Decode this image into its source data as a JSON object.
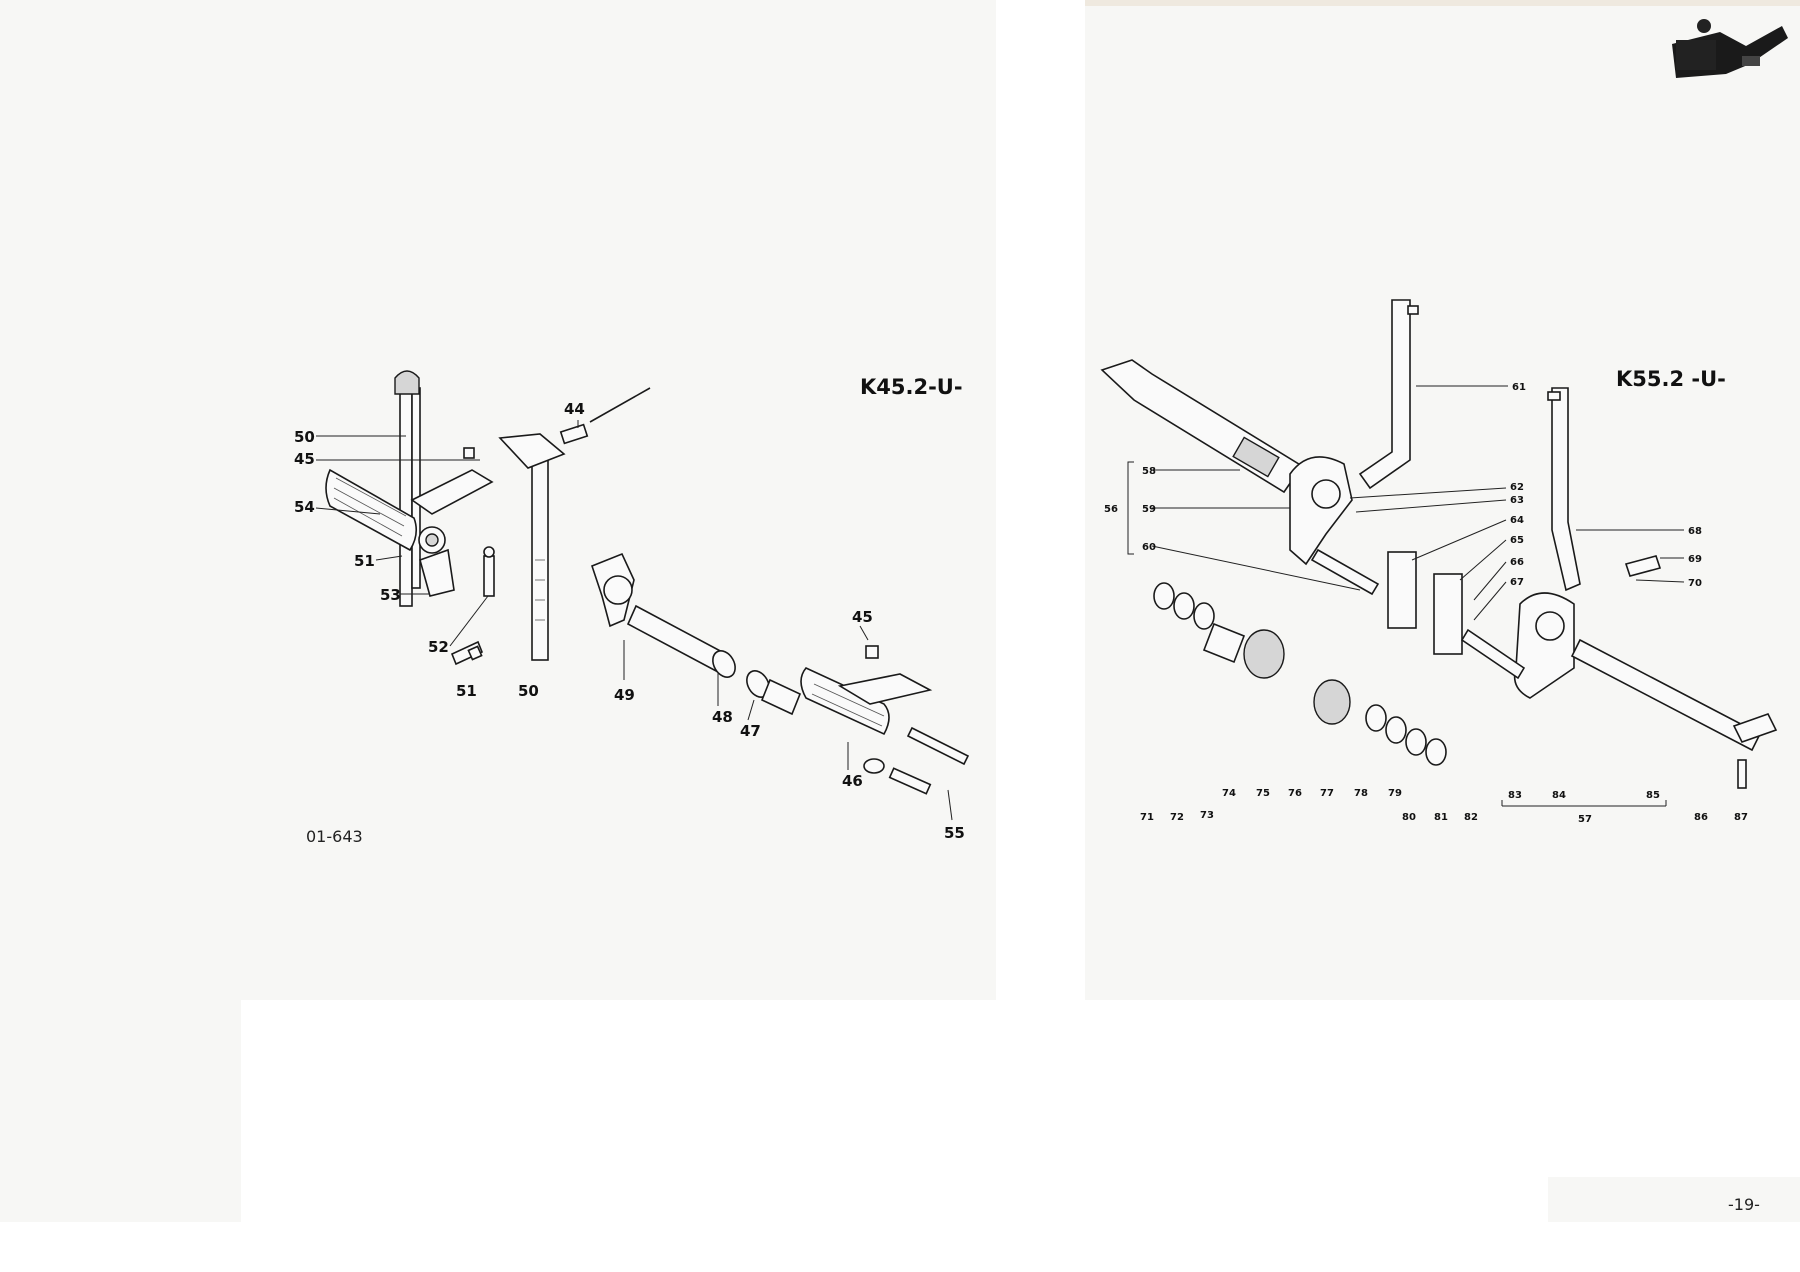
{
  "left_page": {
    "model_label": "K45.2-U-",
    "plate_number": "01-643",
    "callouts": [
      "50",
      "45",
      "54",
      "51",
      "53",
      "52",
      "51",
      "50",
      "44",
      "45",
      "49",
      "48",
      "47",
      "46",
      "55"
    ]
  },
  "right_page": {
    "model_label": "K55.2 -U-",
    "page_number": "-19-",
    "callouts": [
      "61",
      "58",
      "56",
      "59",
      "60",
      "62",
      "63",
      "64",
      "65",
      "66",
      "67",
      "68",
      "69",
      "70",
      "71",
      "72",
      "73",
      "74",
      "75",
      "76",
      "77",
      "78",
      "79",
      "80",
      "81",
      "82",
      "83",
      "84",
      "85",
      "86",
      "87",
      "57"
    ]
  },
  "icons": [
    "chainsaw-icon"
  ]
}
